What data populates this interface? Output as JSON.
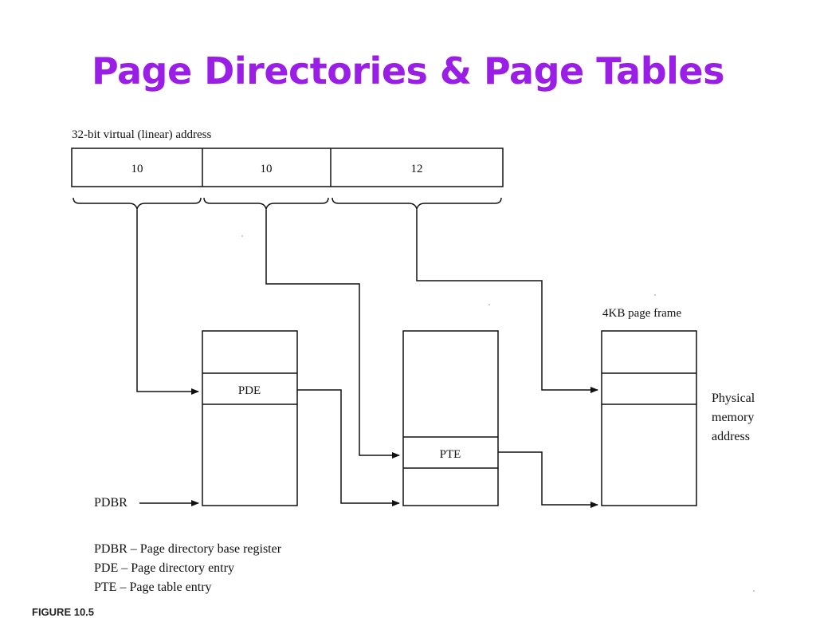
{
  "slide": {
    "title": "Page Directories & Page Tables"
  },
  "diagram": {
    "address_label": "32-bit virtual (linear) address",
    "fields": [
      {
        "bits": "10"
      },
      {
        "bits": "10"
      },
      {
        "bits": "12"
      }
    ],
    "page_directory": {
      "entry_label": "PDE"
    },
    "page_table": {
      "entry_label": "PTE"
    },
    "page_frame": {
      "title": "4KB page frame"
    },
    "physical_address_label": [
      "Physical",
      "memory",
      "address"
    ],
    "pdbr_label": "PDBR",
    "legend": [
      "PDBR – Page directory base register",
      "PDE – Page directory entry",
      "PTE – Page table entry"
    ],
    "figure_caption": "FIGURE 10.5"
  }
}
